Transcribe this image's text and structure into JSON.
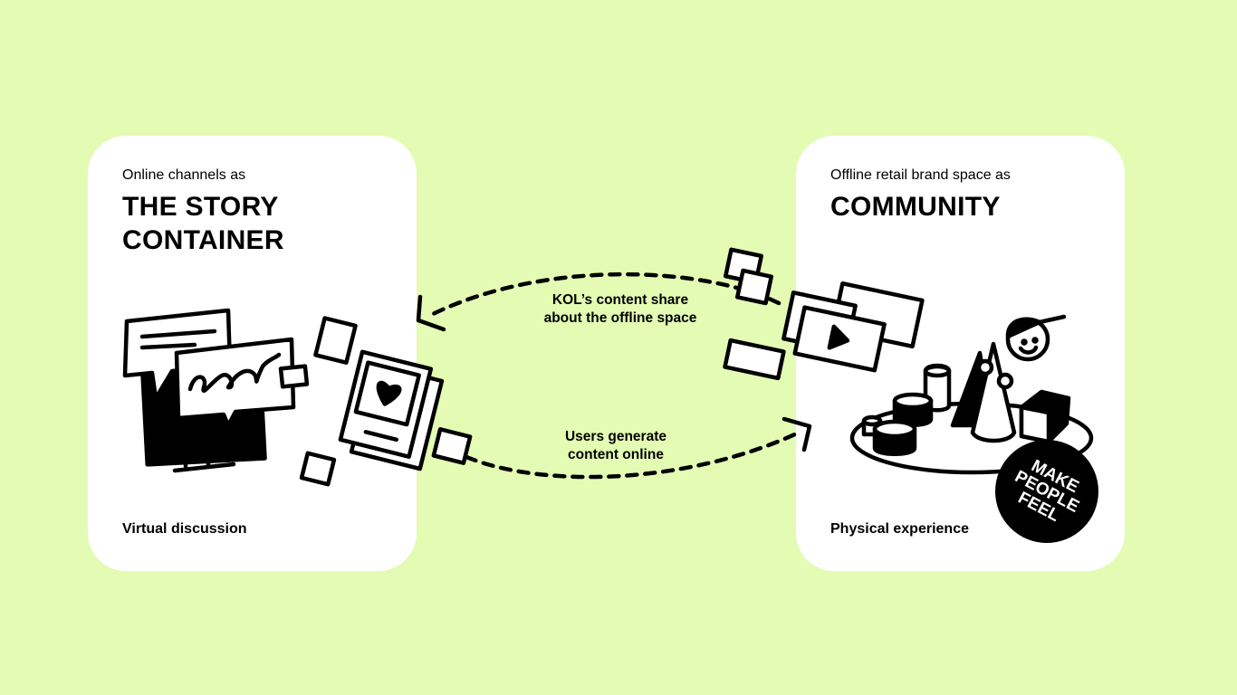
{
  "left_card": {
    "subtitle": "Online channels as",
    "title_line1": "THE STORY",
    "title_line2": "CONTAINER",
    "footer": "Virtual discussion"
  },
  "right_card": {
    "subtitle": "Offline retail brand space as",
    "title": "COMMUNITY",
    "footer": "Physical experience",
    "badge": "MAKE PEOPLE FEEL"
  },
  "flows": {
    "top_line1": "KOL’s content share",
    "top_line2": "about the offline space",
    "bottom_line1": "Users generate",
    "bottom_line2": "content online"
  },
  "colors": {
    "background": "#e3fbb3",
    "card": "#ffffff",
    "ink": "#000000"
  }
}
